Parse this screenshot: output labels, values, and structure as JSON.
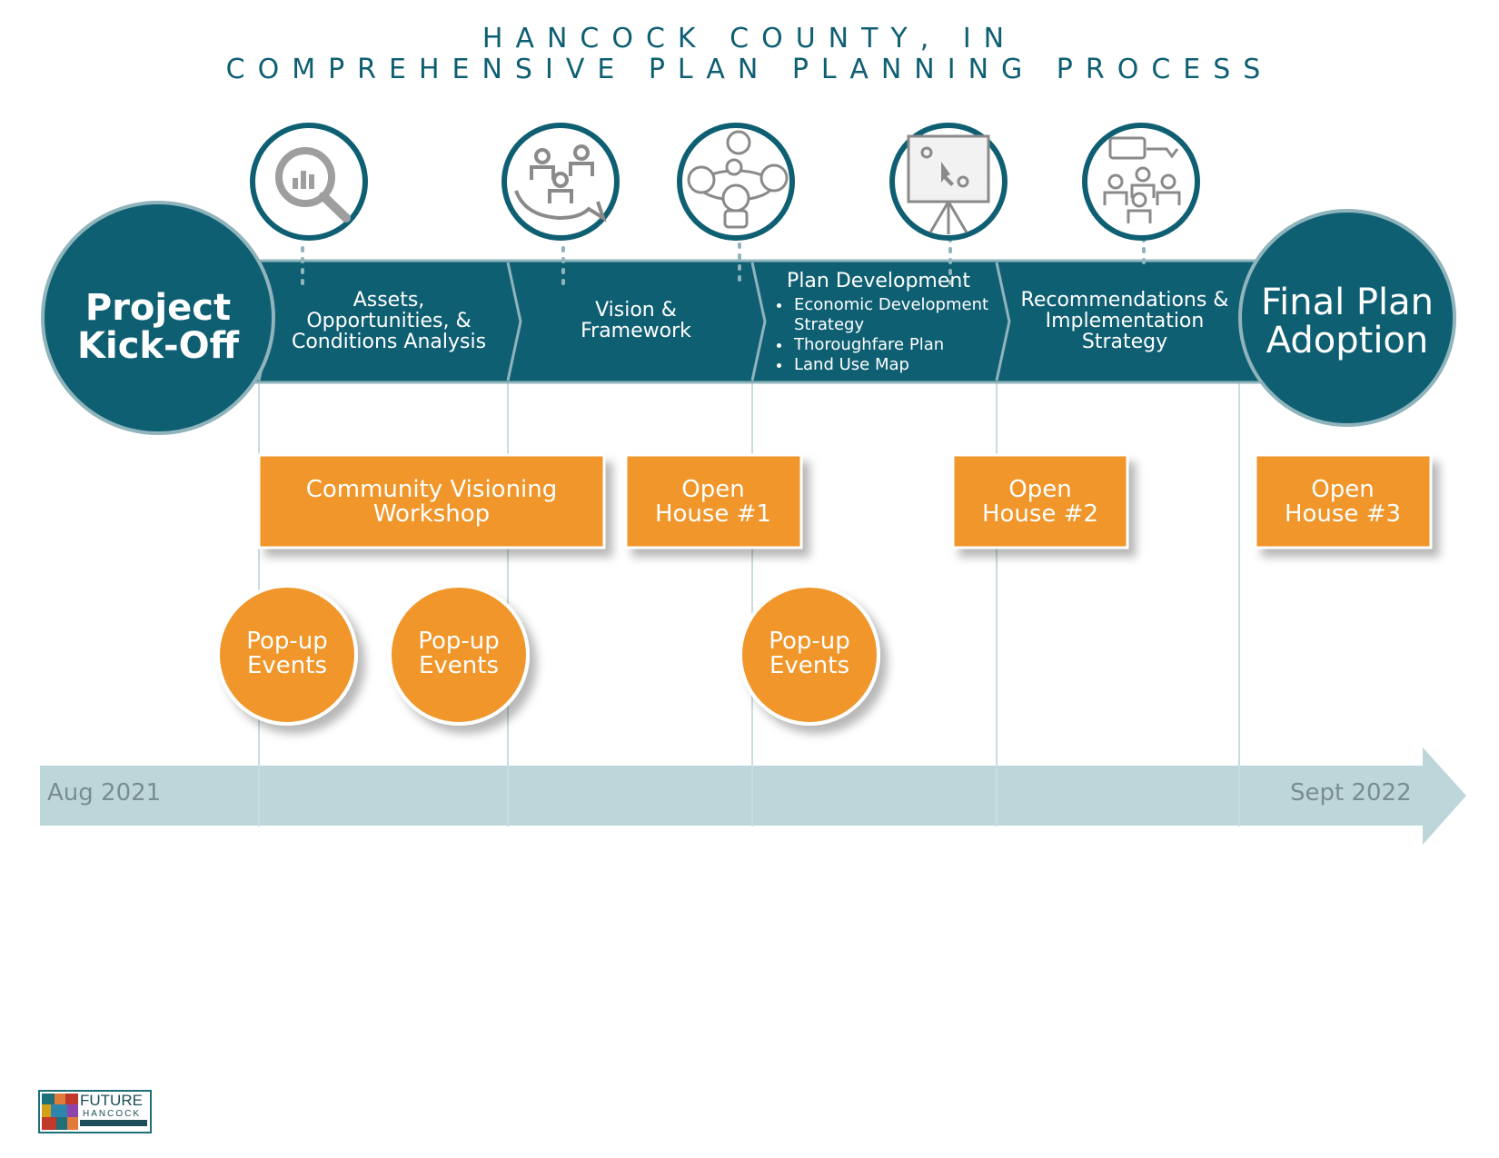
{
  "header": {
    "line1": "HANCOCK COUNTY, IN",
    "line2": "COMPREHENSIVE PLAN PLANNING PROCESS"
  },
  "colors": {
    "teal_dark": "#0f5f73",
    "teal_line": "#8fb4bc",
    "orange": "#f0962a",
    "timeline": "#bdd6da"
  },
  "milestones": {
    "start": {
      "line1": "Project",
      "line2": "Kick-Off"
    },
    "end": {
      "line1": "Final Plan",
      "line2": "Adoption"
    }
  },
  "phases": [
    {
      "text": "Assets, Opportunities, & Conditions Analysis",
      "icon": "magnifier-chart-icon"
    },
    {
      "text": "Vision & Framework",
      "icon": "group-discussion-icon"
    },
    {
      "text": "Plan Development",
      "icon": "roundtable-meeting-icon",
      "bullets": [
        "Economic Development Strategy",
        "Thoroughfare Plan",
        "Land Use Map"
      ]
    },
    {
      "text": "Recommendations & Implementation Strategy",
      "icon": "presentation-easel-icon"
    }
  ],
  "extra_icon": "audience-speech-icon",
  "events": {
    "workshop": "Community Visioning Workshop",
    "open_house_1": "Open House #1",
    "open_house_2": "Open House #2",
    "open_house_3": "Open House #3",
    "popup_1": "Pop-up Events",
    "popup_2": "Pop-up Events",
    "popup_3": "Pop-up Events"
  },
  "timeline": {
    "start": "Aug 2021",
    "end": "Sept 2022"
  },
  "logo": {
    "word1": "FUTURE",
    "word2": "HANCOCK"
  }
}
